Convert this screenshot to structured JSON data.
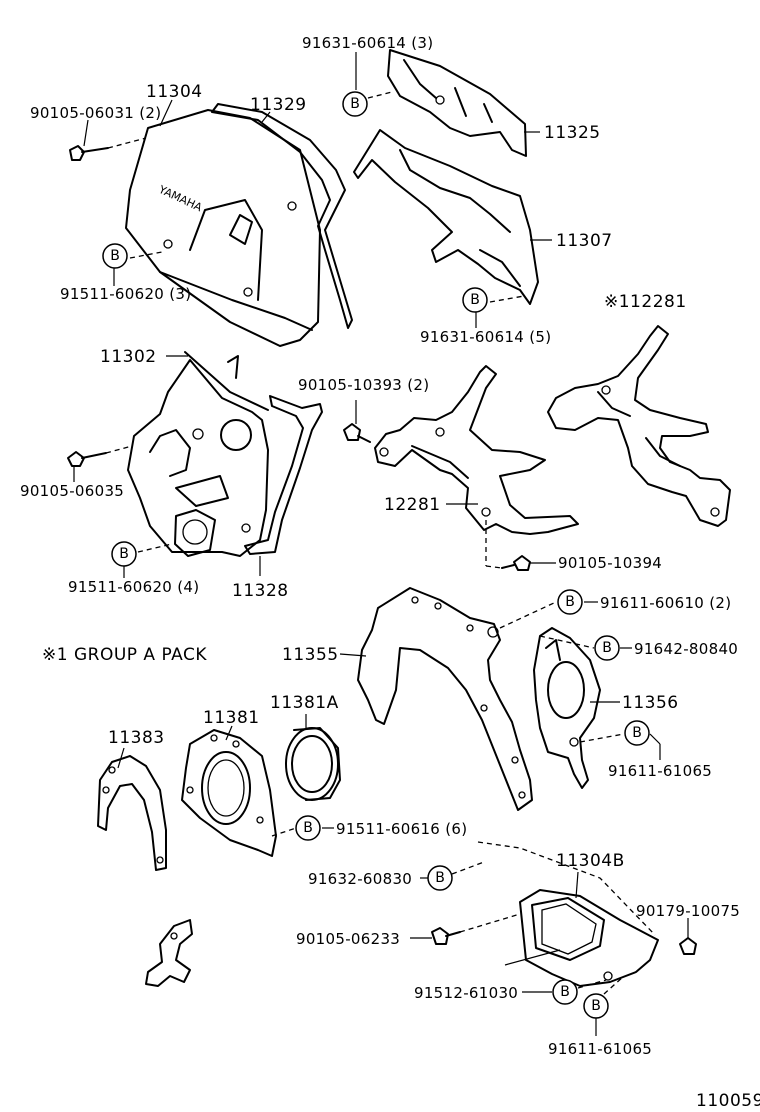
{
  "note": "※1 GROUP A PACK",
  "figure_id": "110059",
  "b_symbol": "B",
  "parts": {
    "p11304": "11304",
    "p11329": "11329",
    "p11325": "11325",
    "p11307": "11307",
    "p112281": "※112281",
    "p11302": "11302",
    "p12281": "12281",
    "p11328": "11328",
    "p11355": "11355",
    "p11356": "11356",
    "p11383": "11383",
    "p11381": "11381",
    "p11381A": "11381A",
    "p11304B": "11304B"
  },
  "fasteners": {
    "f91631_60614_3": "91631-60614 (3)",
    "f90105_06031_2": "90105-06031 (2)",
    "f91511_60620_3": "91511-60620 (3)",
    "f91631_60614_5": "91631-60614 (5)",
    "f90105_10393_2": "90105-10393 (2)",
    "f90105_06035": "90105-06035",
    "f91511_60620_4": "91511-60620 (4)",
    "f90105_10394": "90105-10394",
    "f91611_60610_2": "91611-60610 (2)",
    "f91642_80840": "91642-80840",
    "f91611_61065_a": "91611-61065",
    "f91511_60616_6": "91511-60616 (6)",
    "f91632_60830": "91632-60830",
    "f90179_10075": "90179-10075",
    "f90105_06233": "90105-06233",
    "f91512_61030": "91512-61030",
    "f91611_61065_b": "91611-61065"
  },
  "logo_text": "YAMAHA"
}
